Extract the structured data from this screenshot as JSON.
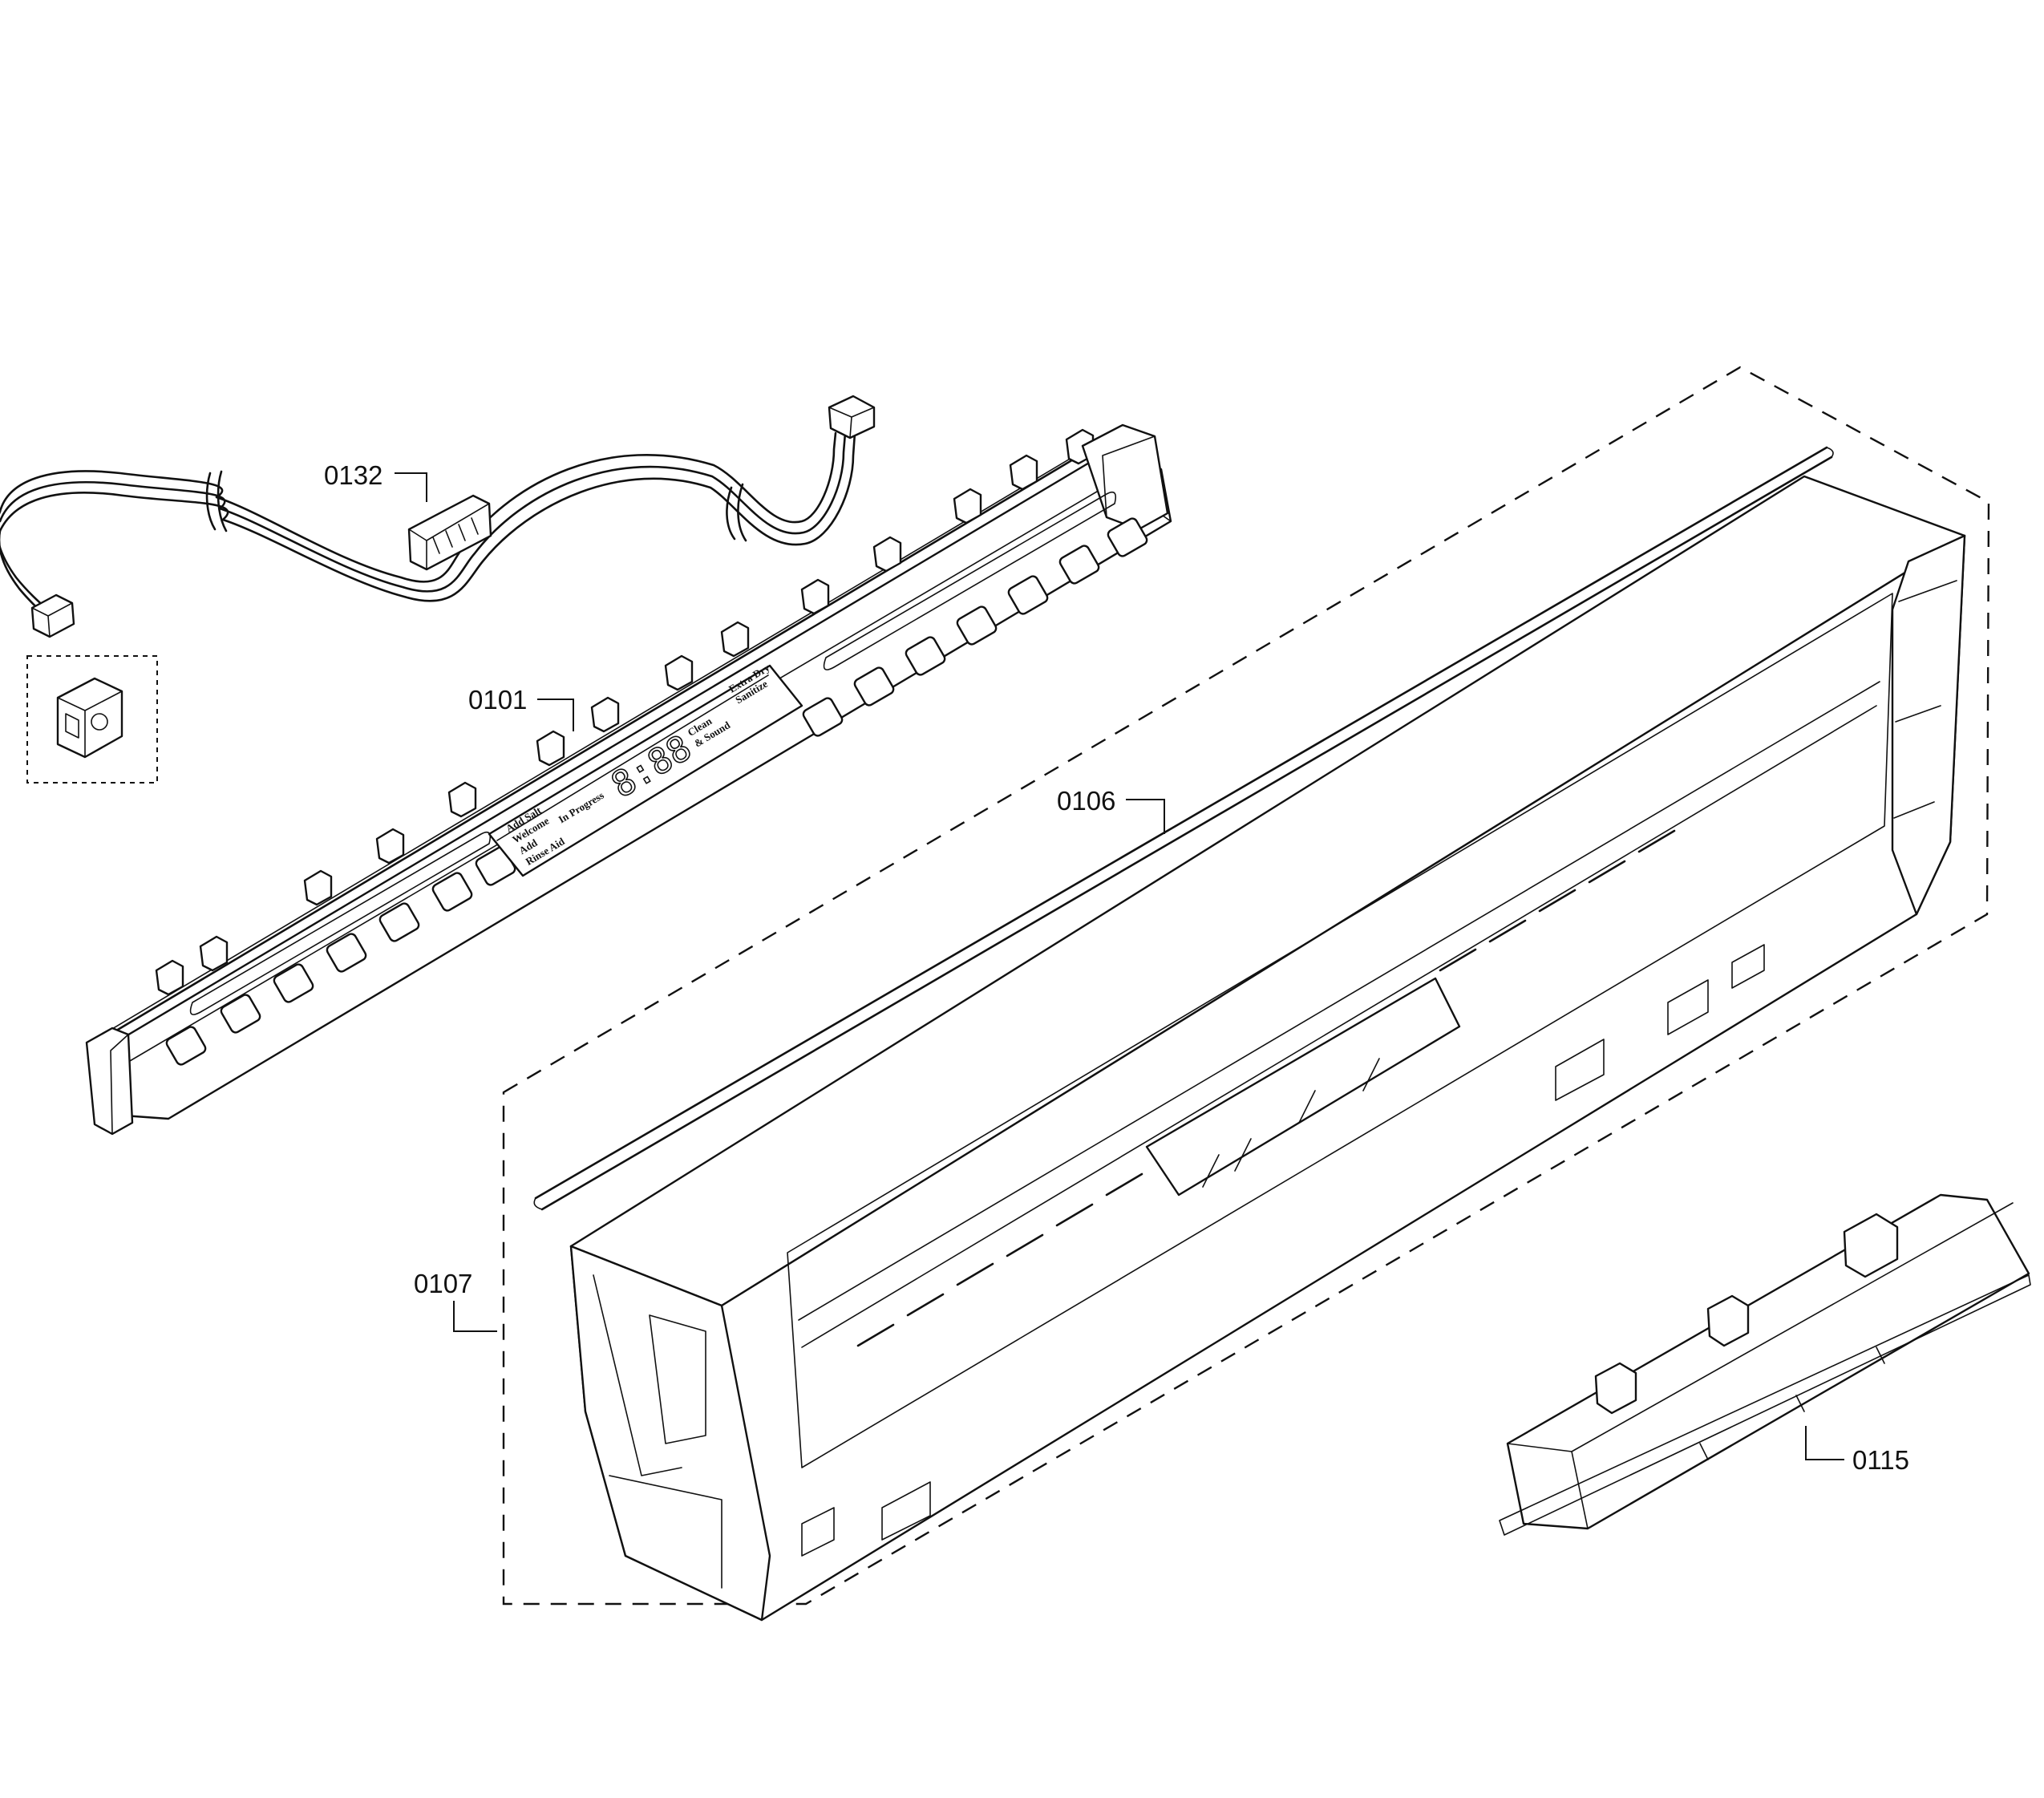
{
  "callouts": {
    "p0132": "0132",
    "p0101": "0101",
    "p0106": "0106",
    "p0107": "0107",
    "p0115": "0115"
  },
  "control_panel": {
    "display_digits": "8:88",
    "left_labels": [
      "Add Salt",
      "Welcome",
      "Add",
      "Rinse Aid"
    ],
    "status_label": "In Progress",
    "right_labels": [
      "Clean",
      "& Sound"
    ],
    "far_right_labels": [
      "Extra Dry",
      "Sanitize"
    ]
  }
}
